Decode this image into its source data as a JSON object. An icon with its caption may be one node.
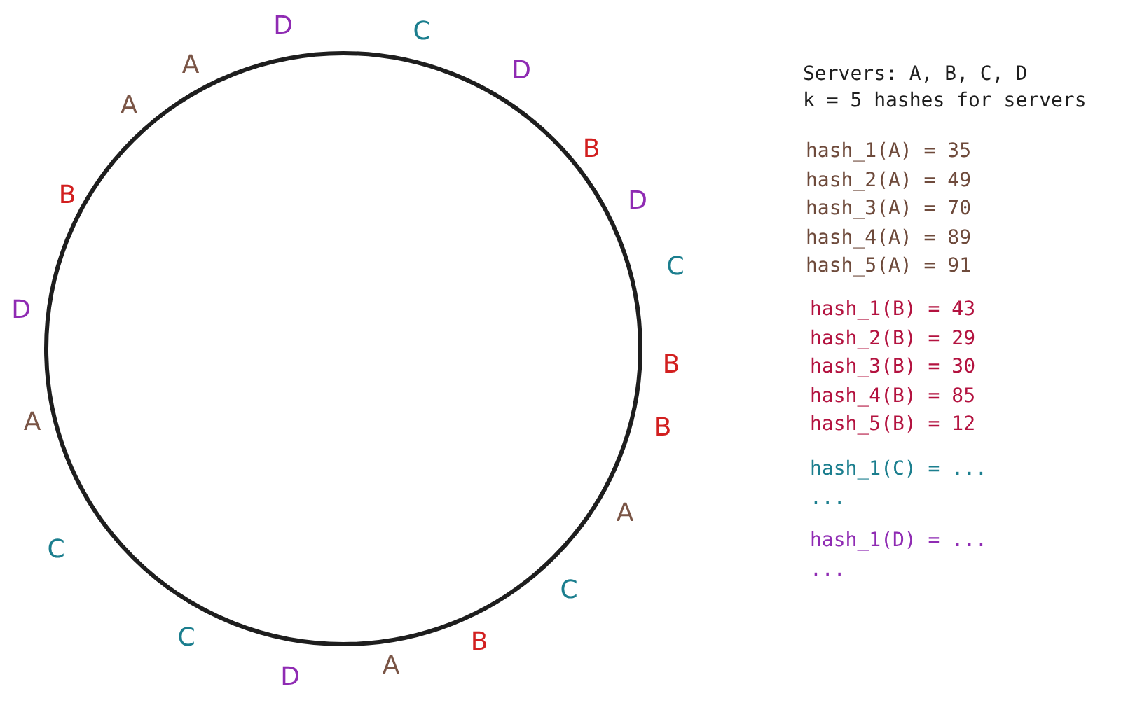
{
  "diagram": {
    "labels": [
      "D",
      "C",
      "D",
      "B",
      "D",
      "C",
      "B",
      "B",
      "A",
      "C",
      "B",
      "A",
      "D",
      "C",
      "C",
      "A",
      "D",
      "B",
      "A",
      "A",
      "Servers: A, B, C, D",
      "k = 5 hashes for servers",
      "hash_1(A) = 35",
      "hash_2(A) = 49",
      "hash_3(A) = 70",
      "hash_4(A) = 89",
      "hash_5(A) = 91",
      "hash_1(B) = 43",
      "hash_2(B) = 29",
      "hash_3(B) = 30",
      "hash_4(B) = 85",
      "hash_5(B) = 12",
      "hash_1(C) = ...",
      "...",
      "hash_1(D) = ...",
      "..."
    ]
  }
}
